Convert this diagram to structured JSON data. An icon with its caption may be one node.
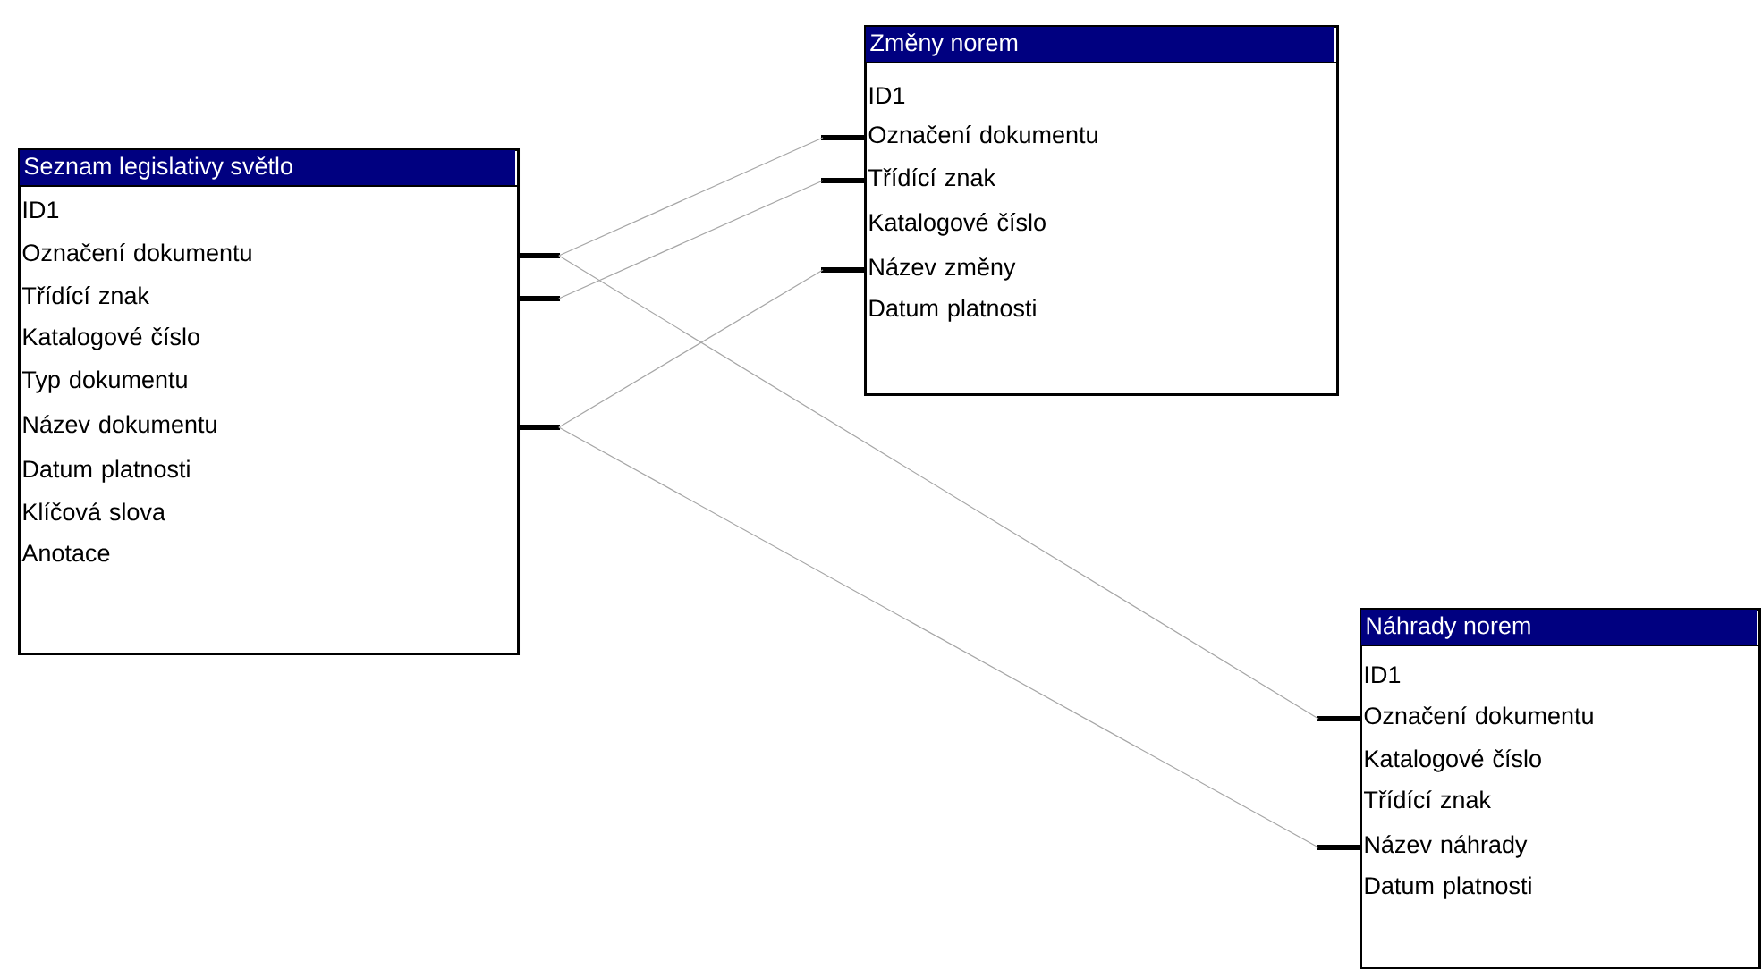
{
  "diagram": {
    "nodes": [
      {
        "text": [
          "Seznam legislativy světlo"
        ]
      },
      {
        "text": [
          "ID1"
        ],
        "in": 0
      },
      {
        "text": [
          "Označení dokumentu"
        ],
        "in": 0
      },
      {
        "text": [
          "Třídící znak"
        ],
        "in": 0
      },
      {
        "text": [
          "Katalogové číslo"
        ],
        "in": 0
      },
      {
        "text": [
          "Typ dokumentu"
        ],
        "in": 0
      },
      {
        "text": [
          "Název dokumentu"
        ],
        "in": 0
      },
      {
        "text": [
          "Datum platnosti"
        ],
        "in": 0
      },
      {
        "text": [
          "Klíčová slova"
        ],
        "in": 0
      },
      {
        "text": [
          "Anotace"
        ],
        "in": 0
      },
      {
        "text": [
          "Změny norem"
        ]
      },
      {
        "text": [
          "ID1"
        ],
        "in": 10
      },
      {
        "text": [
          "Označení dokumentu"
        ],
        "in": 10
      },
      {
        "text": [
          "Třídící znak"
        ],
        "in": 10
      },
      {
        "text": [
          "Katalogové číslo"
        ],
        "in": 10
      },
      {
        "text": [
          "Název změny"
        ],
        "in": 10
      },
      {
        "text": [
          "Datum platnosti"
        ],
        "in": 10
      },
      {
        "text": [
          "Náhrady norem"
        ]
      },
      {
        "text": [
          "ID1"
        ],
        "in": 17
      },
      {
        "text": [
          "Označení dokumentu"
        ],
        "in": 17
      },
      {
        "text": [
          "Katalogové číslo"
        ],
        "in": 17
      },
      {
        "text": [
          "Třídící znak"
        ],
        "in": 17
      },
      {
        "text": [
          "Název náhrady"
        ],
        "in": 17
      },
      {
        "text": [
          "Datum platnosti"
        ],
        "in": 17
      }
    ],
    "edges": [
      {
        "from": 2,
        "to": 12,
        "arrow": "none"
      },
      {
        "from": 3,
        "to": 13,
        "arrow": "none"
      },
      {
        "from": 6,
        "to": 15,
        "arrow": "none"
      },
      {
        "from": 2,
        "to": 19,
        "arrow": "none"
      },
      {
        "from": 6,
        "to": 22,
        "arrow": "none"
      }
    ]
  }
}
